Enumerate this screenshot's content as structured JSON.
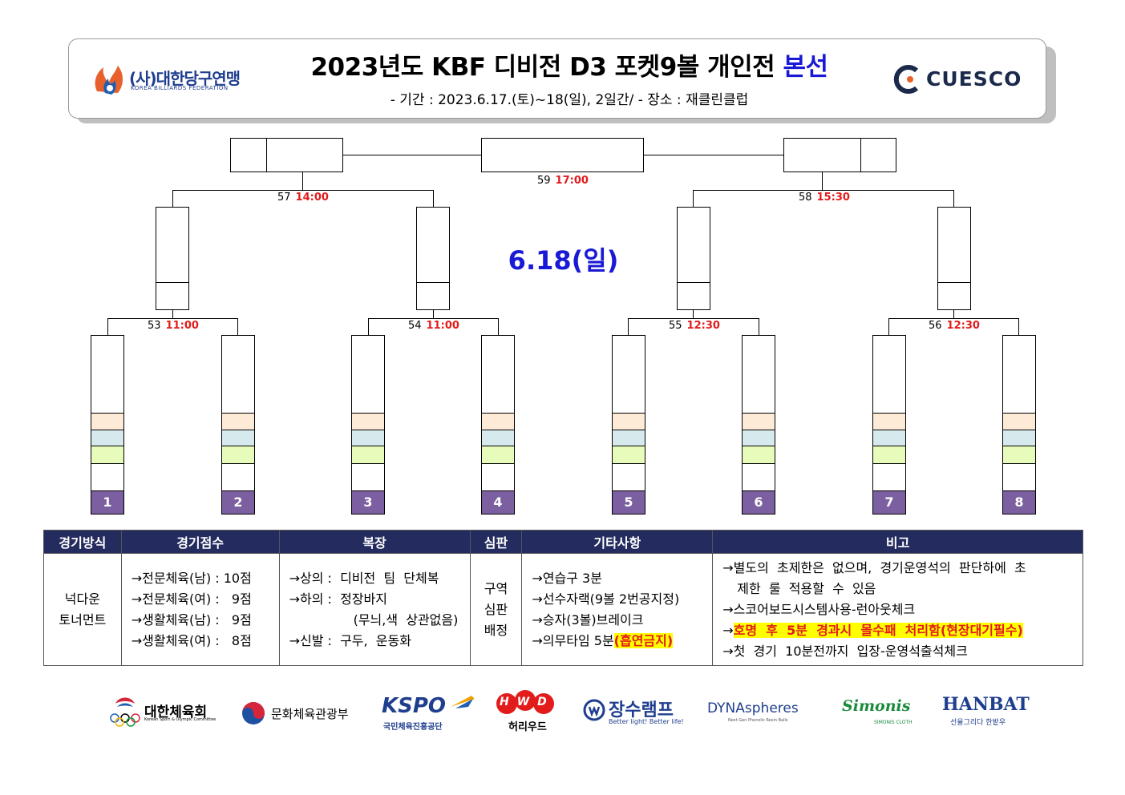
{
  "header": {
    "title_main": "2023년도  KBF  디비전  D3  포켓9볼  개인전",
    "title_accent": "본선",
    "subtitle": "-  기간  :  2023.6.17.(토)~18(일),  2일간/  -  장소  :  재클린클럽"
  },
  "logos": {
    "kbf_text": "(사)대한당구연맹",
    "kbf_sub": "KOREA BILLIARDS FEDERATION",
    "cuesco_text": "CUESCO"
  },
  "bracket": {
    "date_label": "6.18(일)",
    "final": {
      "number": "59",
      "time": "17:00"
    },
    "semifinals": [
      {
        "number": "57",
        "time": "14:00"
      },
      {
        "number": "58",
        "time": "15:30"
      }
    ],
    "quarterfinals": [
      {
        "number": "53",
        "time": "11:00"
      },
      {
        "number": "54",
        "time": "11:00"
      },
      {
        "number": "55",
        "time": "12:30"
      },
      {
        "number": "56",
        "time": "12:30"
      }
    ],
    "seeds": [
      "1",
      "2",
      "3",
      "4",
      "5",
      "6",
      "7",
      "8"
    ],
    "slot_colors": {
      "peach": "#fdebd8",
      "blue": "#d6eaee",
      "green": "#e7fcba",
      "seed": "#7b5fa0"
    }
  },
  "info": {
    "headers": [
      "경기방식",
      "경기점수",
      "복장",
      "심판",
      "기타사항",
      "비고"
    ],
    "format": [
      "넉다운",
      "토너먼트"
    ],
    "scores": [
      "→전문체육(남) : 10점",
      "→전문체육(여) :   9점",
      "→생활체육(남) :   9점",
      "→생활체육(여) :   8점"
    ],
    "dress": {
      "top": "→상의 :  디비전  팀  단체복",
      "bottom": "→하의 :  정장바지",
      "bottom_note": "(무늬,색  상관없음)",
      "shoes": "→신발 :  구두,  운동화"
    },
    "referee": [
      "구역",
      "심판",
      "배정"
    ],
    "etc": {
      "line1": "→연습구 3분",
      "line2": "→선수자랙(9볼 2번공지정)",
      "line3": "→승자(3볼)브레이크",
      "line4_plain": "→의무타임 5분",
      "line4_highlight": "(흡연금지)"
    },
    "remarks": {
      "line1": "→별도의  초제한은  없으며,  경기운영석의  판단하에  초",
      "line1b": "제한  룰  적용할  수  있음",
      "line2": "→스코어보드시스템사용-런아웃체크",
      "line3_arrow": "→",
      "line3_highlight": "호명  후  5분  경과시  몰수패  처리함(현장대기필수)",
      "line4": "→첫  경기  10분전까지  입장-운영석출석체크"
    }
  },
  "sponsors": {
    "s1": "대한체육회",
    "s1_sub": "Korean Sport & Olympic Committee",
    "s2": "문화체육관광부",
    "s3": "KSPO",
    "s3_sub": "국민체육진흥공단",
    "s4": "HWD",
    "s4_sub": "허리우드",
    "s5": "장수램프",
    "s5_sub": "Better light! Better life!",
    "s6": "DYNAspheres",
    "s6_sub": "Next Gen Phenolic Resin Balls",
    "s7": "Simonis",
    "s7_sub": "SIMONIS CLOTH",
    "s8": "HANBAT",
    "s8_sub": "선율그리다 한밭우"
  }
}
